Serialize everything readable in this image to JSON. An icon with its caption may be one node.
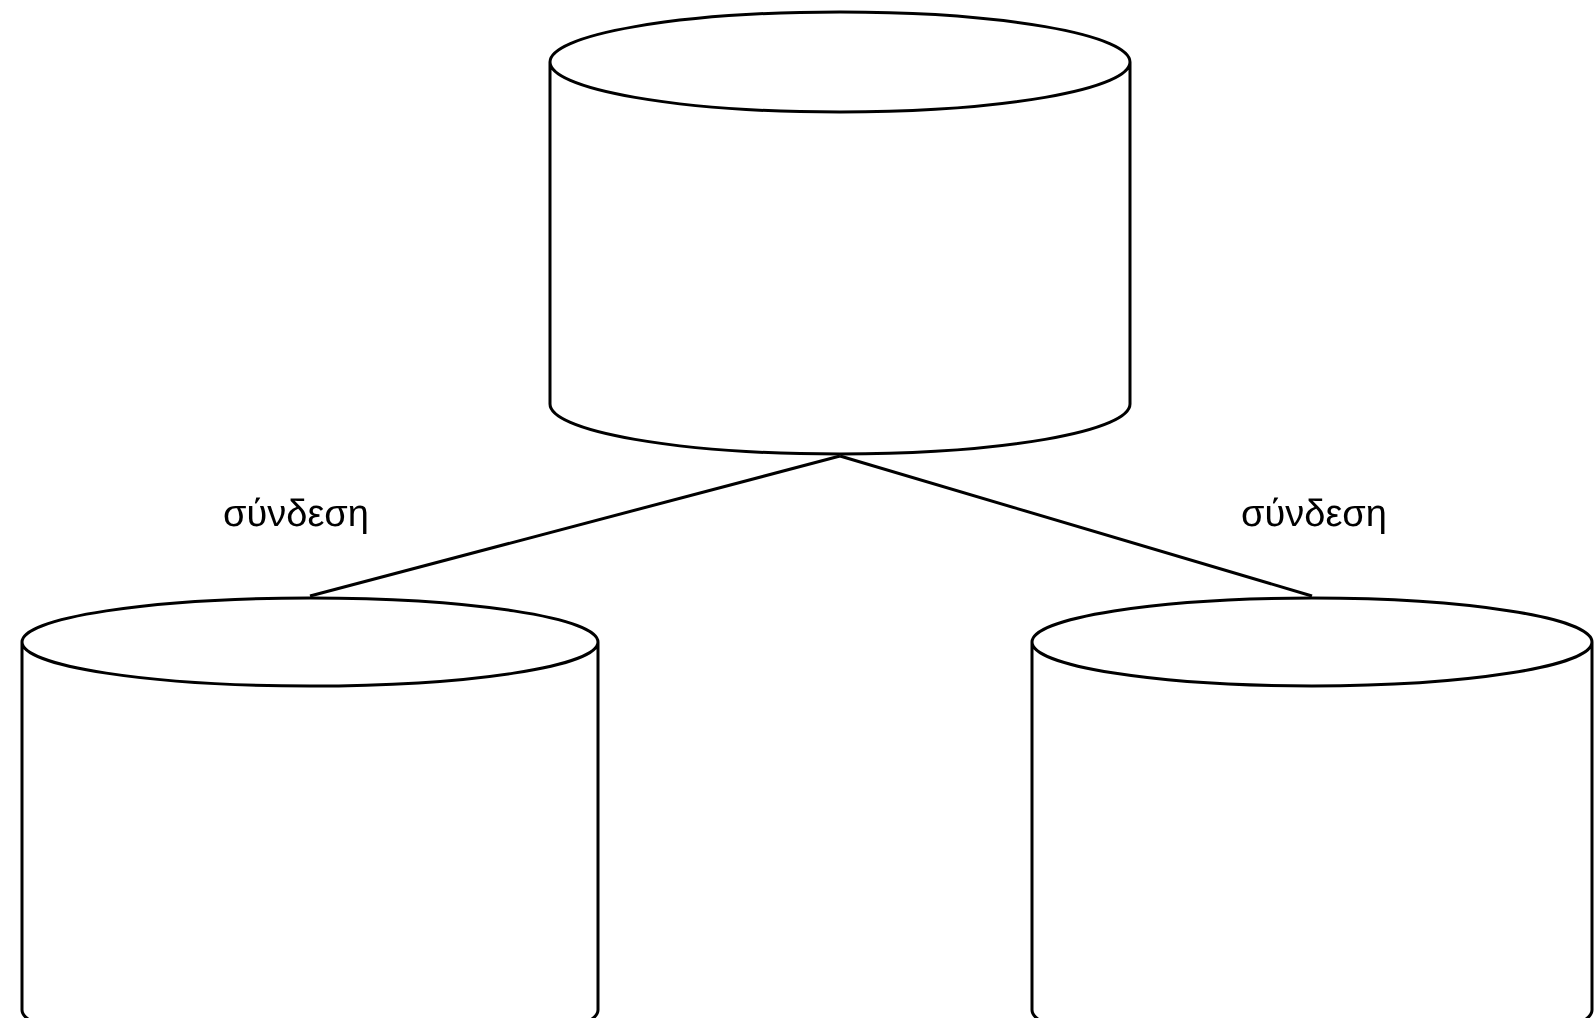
{
  "diagram": {
    "nodes": [
      {
        "text": [],
        "shape": "cylinder"
      },
      {
        "text": [],
        "shape": "cylinder"
      },
      {
        "text": [],
        "shape": "cylinder"
      }
    ],
    "edges": [
      {
        "from": 0,
        "to": 1,
        "arrow": "none",
        "label": "σύνδεση"
      },
      {
        "from": 0,
        "to": 2,
        "arrow": "none",
        "label": "σύνδεση"
      }
    ]
  }
}
